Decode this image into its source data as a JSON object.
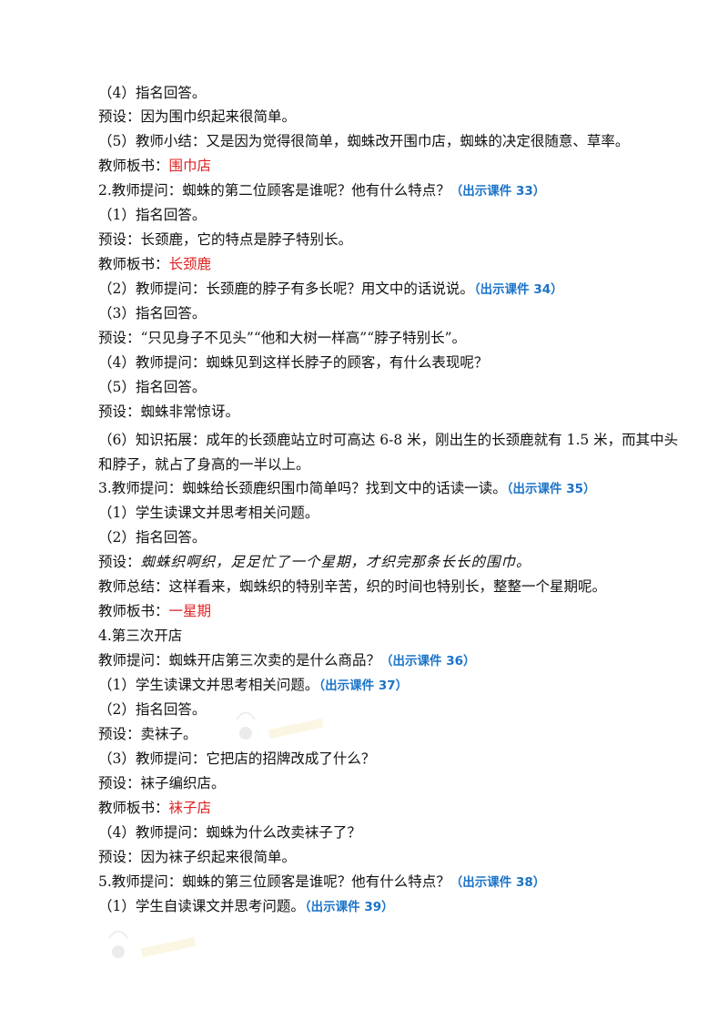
{
  "lines": [
    {
      "text": "（4）指名回答。"
    },
    {
      "text": "预设：因为围巾织起来很简单。"
    },
    {
      "text": "（5）教师小结：又是因为觉得很简单，蜘蛛改开围巾店，蜘蛛的决定很随意、草率。"
    },
    {
      "text": "教师板书：",
      "red": "围巾店"
    },
    {
      "text": "2.教师提问：蜘蛛的第二位顾客是谁呢？他有什么特点？",
      "ref": "（出示课件 33）"
    },
    {
      "text": "（1）指名回答。"
    },
    {
      "text": "预设：长颈鹿，它的特点是脖子特别长。"
    },
    {
      "text": "教师板书：",
      "red": "长颈鹿"
    },
    {
      "text": "（2）教师提问：长颈鹿的脖子有多长呢？用文中的话说说。",
      "ref": "（出示课件 34）"
    },
    {
      "text": "（3）指名回答。"
    },
    {
      "text": "预设：“只见身子不见头”“他和大树一样高”“脖子特别长”。"
    },
    {
      "text": "（4）教师提问：蜘蛛见到这样长脖子的顾客，有什么表现呢？"
    },
    {
      "text": "（5）指名回答。"
    },
    {
      "text": "预设：蜘蛛非常惊讶。"
    },
    {
      "text": "（6）知识拓展：成年的长颈鹿站立时可高达 6-8 米，刚出生的长颈鹿就有 1.5 米，而其中头和脖子，就占了身高的一半以上。",
      "wrap": true
    },
    {
      "text": "3.教师提问：蜘蛛给长颈鹿织围巾简单吗？找到文中的话读一读。",
      "ref": "（出示课件 35）"
    },
    {
      "text": "（1）学生读课文并思考相关问题。"
    },
    {
      "text": "（2）指名回答。"
    },
    {
      "text": "预设：",
      "quote": "蜘蛛织啊织，足足忙了一个星期，才织完那条长长的围巾。"
    },
    {
      "text": "教师总结：这样看来，蜘蛛织的特别辛苦，织的时间也特别长，整整一个星期呢。"
    },
    {
      "text": "教师板书：",
      "red": "一星期"
    },
    {
      "text": "4.第三次开店"
    },
    {
      "text": "教师提问：蜘蛛开店第三次卖的是什么商品？",
      "ref": "（出示课件 36）"
    },
    {
      "text": "（1）学生读课文并思考相关问题。",
      "ref": "（出示课件 37）"
    },
    {
      "text": "（2）指名回答。"
    },
    {
      "text": " 预设：卖袜子。"
    },
    {
      "text": " （3）教师提问：它把店的招牌改成了什么？"
    },
    {
      "text": "预设：袜子编织店。"
    },
    {
      "text": "教师板书：",
      "red": "袜子店"
    },
    {
      "text": " （4）教师提问：蜘蛛为什么改卖袜子了？"
    },
    {
      "text": "预设：因为袜子织起来很简单。"
    },
    {
      "text": "5.教师提问：蜘蛛的第三位顾客是谁呢？他有什么特点？",
      "ref": "（出示课件 38）"
    },
    {
      "text": "（1）学生自读课文并思考问题。",
      "ref": "（出示课件 39）"
    }
  ]
}
